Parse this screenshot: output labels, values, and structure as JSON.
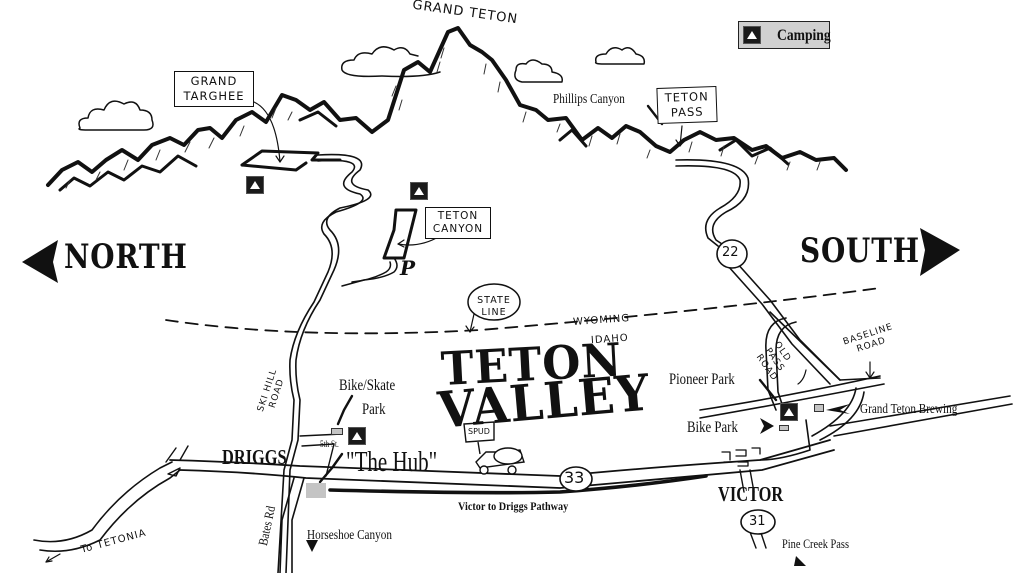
{
  "map": {
    "title_line1": "TETON",
    "title_line2": "VALLEY",
    "legend": {
      "icon": "camping-tent-icon",
      "label": "Camping"
    },
    "directions": {
      "north": "NORTH",
      "south": "SOUTH"
    },
    "peaks": {
      "grand_teton": "GRAND TETON"
    },
    "boxed_labels": {
      "grand_targhee_1": "GRAND",
      "grand_targhee_2": "TARGHEE",
      "teton_pass_1": "TETON",
      "teton_pass_2": "PASS",
      "teton_canyon_1": "TETON",
      "teton_canyon_2": "CANYON"
    },
    "state_line": {
      "bubble_1": "STATE",
      "bubble_2": "LINE",
      "north_side": "WYOMING",
      "south_side": "IDAHO"
    },
    "roads": {
      "ski_hill_1": "SKI HILL",
      "ski_hill_2": "ROAD",
      "old_pass_1": "OLD",
      "old_pass_2": "PASS",
      "old_pass_3": "ROAD",
      "baseline_1": "BASELINE",
      "baseline_2": "ROAD",
      "bates": "Bates Rd",
      "fifth": "5th St.",
      "to_tetonia": "To TETONIA",
      "hwy_22": "22",
      "hwy_33": "33",
      "hwy_31": "31"
    },
    "towns": {
      "driggs": "DRIGGS",
      "victor": "VICTOR"
    },
    "places": {
      "phillips_canyon": "Phillips Canyon",
      "bike_skate_1": "Bike/Skate",
      "bike_skate_2": "Park",
      "the_hub": "\"The Hub\"",
      "horseshoe": "Horseshoe Canyon",
      "pathway": "Victor to Driggs Pathway",
      "pioneer_park": "Pioneer Park",
      "bike_park": "Bike Park",
      "brewing": "Grand Teton Brewing",
      "pine_creek": "Pine Creek Pass",
      "parking": "P",
      "spud_sign": "SPUD"
    }
  }
}
